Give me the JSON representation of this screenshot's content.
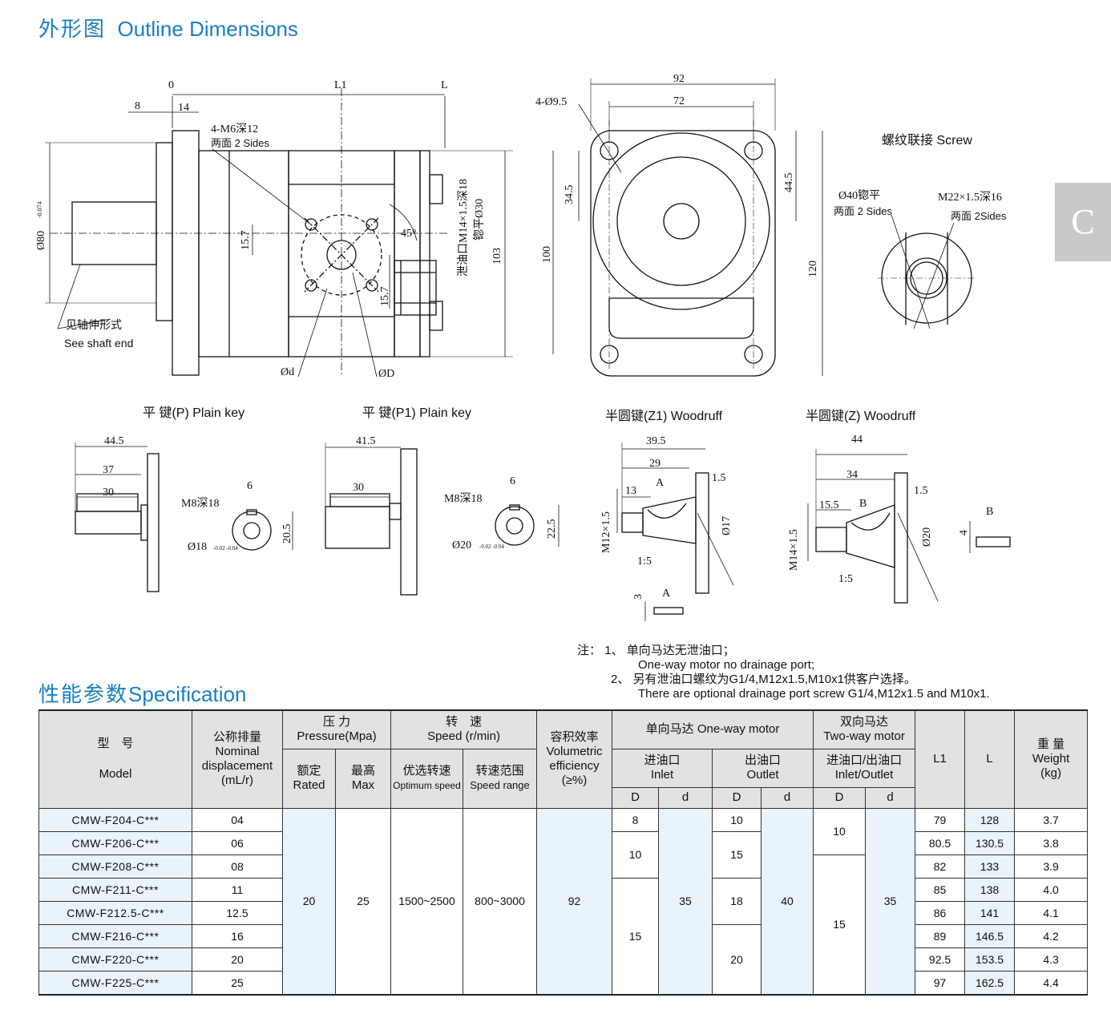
{
  "headings": {
    "outline_cn": "外形图",
    "outline_en": "Outline Dimensions",
    "spec_cn": "性能参数",
    "spec_en": "Specification"
  },
  "side_tab": "C",
  "drawing": {
    "top_labels": [
      "0",
      "L1",
      "L",
      "8",
      "14"
    ],
    "m6": "4-M6深12",
    "two_sides": "两面 2 Sides",
    "shaft_dia": "Ø80",
    "shaft_tol": "-0.074",
    "dim_15_7": "15.7",
    "angle_45": "45°",
    "drain": "泄油口M14×1.5深18",
    "spotface": "锪平Ø30",
    "dim_103": "103",
    "see_shaft_cn": "见轴伸形式",
    "see_shaft_en": "See shaft end",
    "od_small": "Ød",
    "od_big": "ØD",
    "front_92": "92",
    "front_72": "72",
    "hole": "4-Ø9.5",
    "dim_34_5": "34.5",
    "dim_44_5": "44.5",
    "dim_100": "100",
    "dim_120": "120",
    "screw_title": "螺纹联接 Screw",
    "spot40": "Ø40锪平",
    "two_sides_b": "两面 2 Sides",
    "m22": "M22×1.5深16",
    "two_sides_c": "两面 2Sides",
    "key_p": "平 键(P) Plain key",
    "key_p1": "平 键(P1) Plain key",
    "key_z1": "半圆键(Z1) Woodruff",
    "key_z": "半圆键(Z) Woodruff",
    "p_dims": [
      "44.5",
      "37",
      "30",
      "M8深18",
      "6",
      "20.5",
      "Ø18"
    ],
    "p_tol": "-0.02 -0.04",
    "p1_dims": [
      "41.5",
      "30",
      "M8深18",
      "6",
      "22.5",
      "Ø20"
    ],
    "p1_tol": "-0.02 -0.04",
    "z1_dims": [
      "39.5",
      "29",
      "13",
      "A",
      "1.5",
      "M12×1.5",
      "Ø17",
      "1:5",
      "3",
      "A"
    ],
    "z_dims": [
      "44",
      "34",
      "15.5",
      "B",
      "1.5",
      "M14×1.5",
      "Ø20",
      "1:5",
      "4",
      "B"
    ]
  },
  "notes": {
    "label": "注：",
    "n1_cn": "1、 单向马达无泄油口；",
    "n1_en": "One-way motor no drainage port;",
    "n2_cn": "2、 另有泄油口螺纹为G1/4,M12x1.5,M10x1供客户选择。",
    "n2_en": "There are optional drainage port screw G1/4,M12x1.5 and M10x1."
  },
  "table": {
    "h_model_cn": "型　号",
    "h_model_en": "Model",
    "h_disp_cn": "公称排量",
    "h_disp_en1": "Nominal",
    "h_disp_en2": "displacement",
    "h_disp_unit": "(mL/r)",
    "h_pressure_cn": "压 力",
    "h_pressure_en": "Pressure(Mpa)",
    "h_rated_cn": "额定",
    "h_rated_en": "Rated",
    "h_max_cn": "最高",
    "h_max_en": "Max",
    "h_speed_cn": "转　速",
    "h_speed_en": "Speed (r/min)",
    "h_opt_cn": "优选转速",
    "h_opt_en": "Optimum speed",
    "h_range_cn": "转速范围",
    "h_range_en": "Speed range",
    "h_eff_cn": "容积效率",
    "h_eff_en1": "Volumetric",
    "h_eff_en2": "efficiency",
    "h_eff_unit": "(≥%)",
    "h_one_way": "单向马达 One-way motor",
    "h_inlet_cn": "进油口",
    "h_inlet_en": "Inlet",
    "h_outlet_cn": "出油口",
    "h_outlet_en": "Outlet",
    "h_two_way_cn": "双向马达",
    "h_two_way_en": "Two-way motor",
    "h_io_cn": "进油口/出油口",
    "h_io_en": "Inlet/Outlet",
    "h_D": "D",
    "h_d": "d",
    "h_L1": "L1",
    "h_L": "L",
    "h_weight_cn": "重 量",
    "h_weight_en": "Weight",
    "h_weight_unit": "(kg)",
    "models": [
      "CMW-F204-C***",
      "CMW-F206-C***",
      "CMW-F208-C***",
      "CMW-F211-C***",
      "CMW-F212.5-C***",
      "CMW-F216-C***",
      "CMW-F220-C***",
      "CMW-F225-C***"
    ],
    "disp": [
      "04",
      "06",
      "08",
      "11",
      "12.5",
      "16",
      "20",
      "25"
    ],
    "rated": "20",
    "max": "25",
    "opt_speed": "1500~2500",
    "speed_range": "800~3000",
    "efficiency": "92",
    "inlet_D": [
      "8",
      "10",
      "15"
    ],
    "inlet_d": "35",
    "outlet_D": [
      "10",
      "15",
      "18",
      "20"
    ],
    "outlet_d": "40",
    "io_D": [
      "10",
      "15"
    ],
    "io_d": "35",
    "L1": [
      "79",
      "80.5",
      "82",
      "85",
      "86",
      "89",
      "92.5",
      "97"
    ],
    "L": [
      "128",
      "130.5",
      "133",
      "138",
      "141",
      "146.5",
      "153.5",
      "162.5"
    ],
    "weight": [
      "3.7",
      "3.8",
      "3.9",
      "4.0",
      "4.1",
      "4.2",
      "4.3",
      "4.4"
    ]
  }
}
